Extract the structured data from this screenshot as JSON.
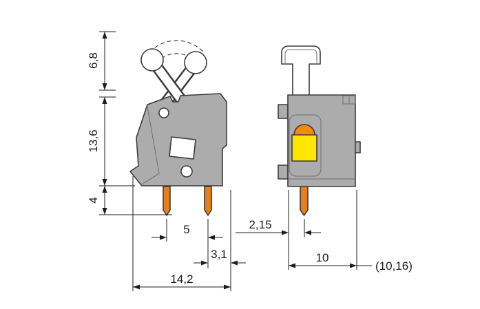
{
  "drawing": {
    "kind": "terminal-block-dimensional-drawing",
    "background": "#ffffff",
    "colors": {
      "housing_gray": "#ACACAC",
      "outline_dark": "#3b3b3b",
      "pin_copper": "#E5801C",
      "button_yellow": "#FFE600",
      "clamp_orange": "#F28C00",
      "lever_white": "#ffffff",
      "dimension_ink": "#1c1c1c"
    },
    "side_view": {
      "dims": {
        "lever_height": "6,8",
        "housing_height": "13,6",
        "pin_length": "4",
        "pin_pitch": "5",
        "pin_to_edge": "3,1",
        "housing_depth": "14,2"
      }
    },
    "front_view": {
      "dims": {
        "edge_to_pin": "2,15",
        "housing_width": "10",
        "alt_housing_width": "(10,16)"
      }
    }
  }
}
